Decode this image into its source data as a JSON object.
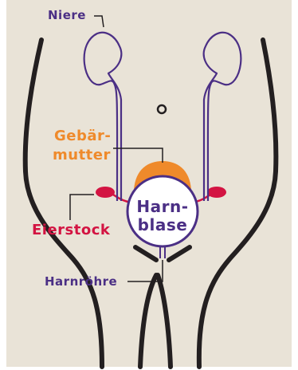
{
  "labels": {
    "niere": "Niere",
    "gebaermutter_line1": "Gebär-",
    "gebaermutter_line2": "mutter",
    "harnblase_line1": "Harn-",
    "harnblase_line2": "blase",
    "eierstock": "Eierstock",
    "harnroehre": "Harnröhre"
  },
  "colors": {
    "background": "#e9e3d7",
    "outline": "#231f20",
    "urinary_tract": "#4b2f85",
    "uterus": "#ef8a2b",
    "ovary": "#d31442",
    "bladder_fill": "#ffffff",
    "label_default": "#4b2f85",
    "label_uterus": "#ef8a2b",
    "label_ovary": "#d31442"
  }
}
